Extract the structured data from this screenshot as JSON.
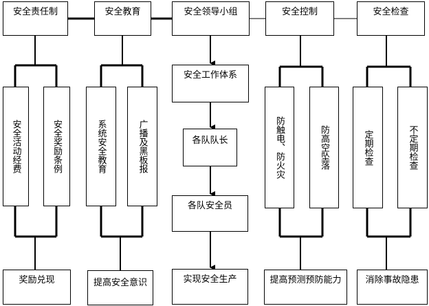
{
  "top": {
    "responsibility": "安全责任制",
    "education": "安全教育",
    "leadership": "安全领导小组",
    "control": "安全控制",
    "inspection": "安全检查"
  },
  "middle": {
    "activity_funds": "安全活动经费",
    "reward_rules": "安全奖励条例",
    "system_education": "系统安全教育",
    "broadcast_board": "广播及黑板报",
    "work_system": "安全工作体系",
    "team_leaders": "各队队长",
    "team_safety_officers": "各队安全员",
    "electric_fire": "防触电、防火灾",
    "fall_prevention": "防高空坠落",
    "regular_inspection": "定期检查",
    "irregular_inspection": "不定期检查"
  },
  "bottom": {
    "reward": "奖励兑现",
    "awareness": "提高安全意识",
    "production": "实现安全生产",
    "prediction": "提高预测预防能力",
    "hazards": "消除事故隐患"
  }
}
